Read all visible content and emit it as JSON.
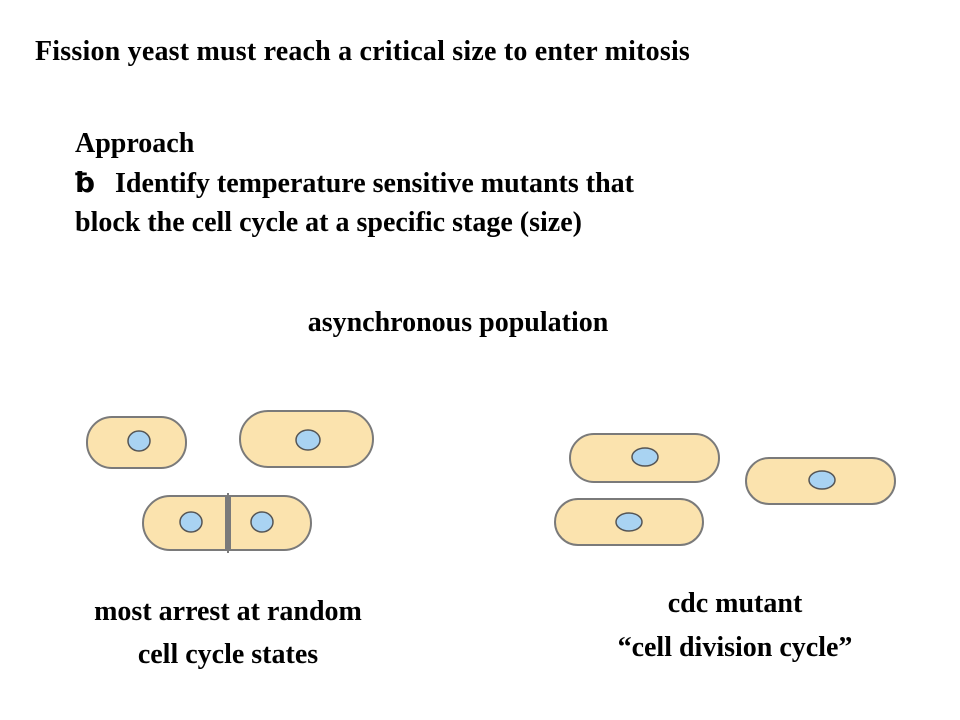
{
  "slide": {
    "title": "Fission yeast must reach a critical size to enter mitosis",
    "approach_heading": "Approach",
    "bullet_symbol": "ƀ",
    "bullet_line1": "Identify temperature sensitive mutants that",
    "bullet_line2": "block the cell cycle at a specific stage (size)",
    "population_label": "asynchronous population",
    "left_caption_line1": "most arrest at random",
    "left_caption_line2": "cell cycle states",
    "right_caption_line1": "cdc mutant",
    "right_caption_line2": "“cell division cycle”"
  },
  "colors": {
    "cell_fill": "#fbe3ae",
    "cell_outline": "#7a7a7a",
    "nucleus_fill": "#a9d3f2",
    "nucleus_outline": "#555555"
  }
}
